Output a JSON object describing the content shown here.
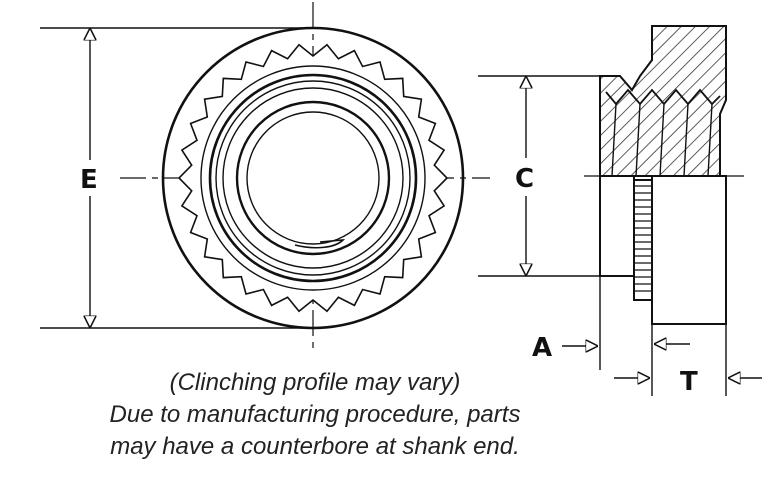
{
  "dimensions": {
    "E": "E",
    "C": "C",
    "A": "A",
    "T": "T"
  },
  "caption": {
    "line1": "(Clinching profile may vary)",
    "line2": "Due to manufacturing procedure, parts",
    "line3": "may have a counterbore at shank end."
  }
}
